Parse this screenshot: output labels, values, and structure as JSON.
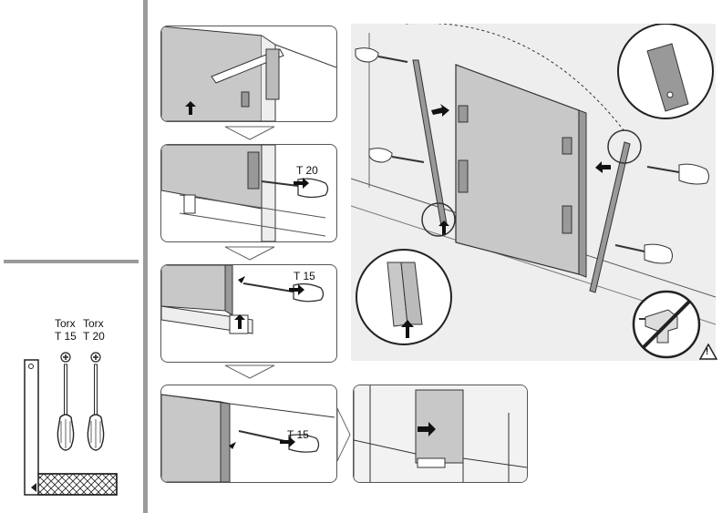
{
  "tools": {
    "torx15_line1": "Torx",
    "torx15_line2": "T 15",
    "torx20_line1": "Torx",
    "torx20_line2": "T 20"
  },
  "steps": {
    "step2_driver": "T 20",
    "step3_driver": "T 15",
    "step4_driver": "T 15"
  },
  "warning_symbol": "!",
  "icons": [
    "no-power-drill-icon",
    "warning-triangle-icon",
    "screwdriver-icon",
    "arrow-icon"
  ],
  "colors": {
    "panel_gray": "#c8c8c8",
    "line": "#333333",
    "divider": "#999999",
    "wall": "#eeeeee"
  }
}
